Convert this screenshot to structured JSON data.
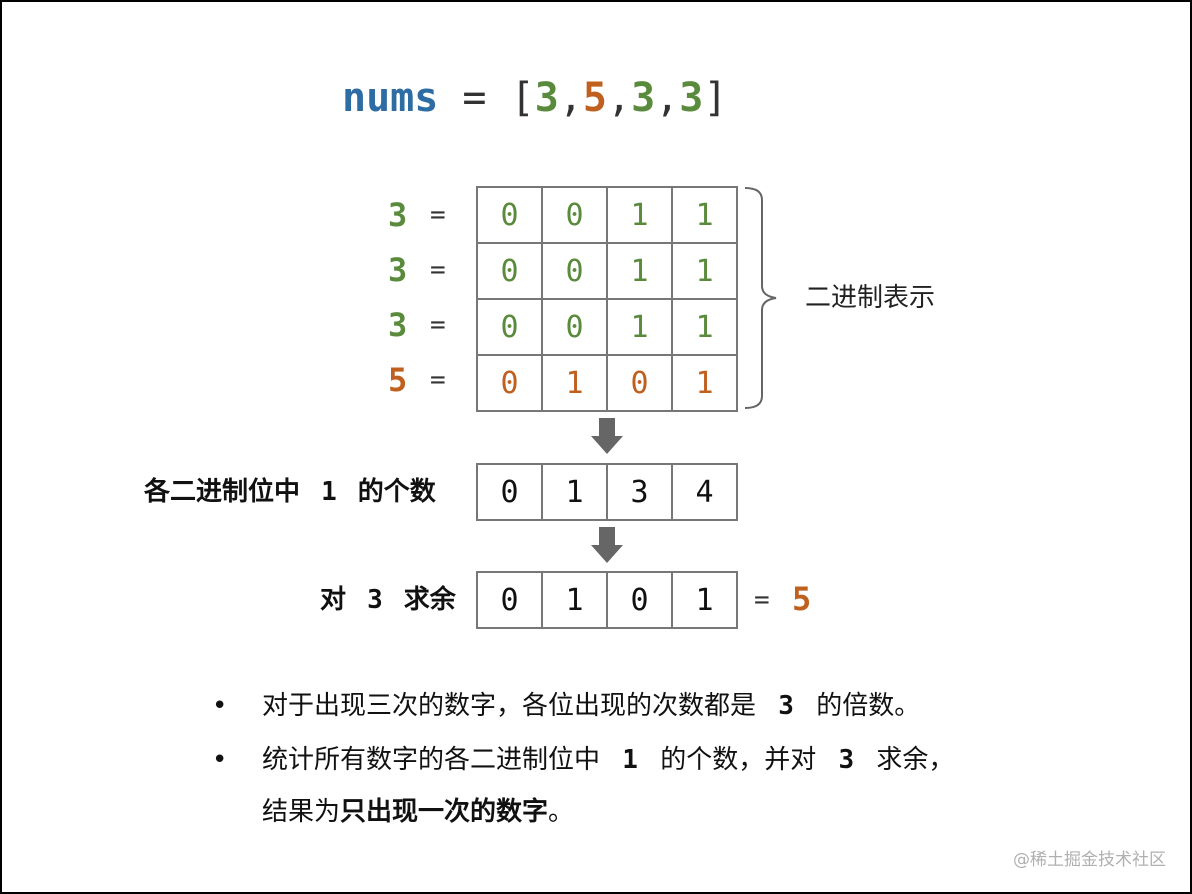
{
  "title": {
    "var": "nums",
    "eq": "=",
    "open": "[",
    "close": "]",
    "sep": ",",
    "items": [
      "3",
      "5",
      "3",
      "3"
    ]
  },
  "binary": {
    "rows": [
      {
        "label": "3",
        "eq": "=",
        "bits": [
          "0",
          "0",
          "1",
          "1"
        ]
      },
      {
        "label": "3",
        "eq": "=",
        "bits": [
          "0",
          "0",
          "1",
          "1"
        ]
      },
      {
        "label": "3",
        "eq": "=",
        "bits": [
          "0",
          "0",
          "1",
          "1"
        ]
      },
      {
        "label": "5",
        "eq": "=",
        "bits": [
          "0",
          "1",
          "0",
          "1"
        ]
      }
    ],
    "brace_label": "二进制表示"
  },
  "counts": {
    "label_a": "各二进制位中",
    "label_num": "1",
    "label_b": "的个数",
    "values": [
      "0",
      "1",
      "3",
      "4"
    ]
  },
  "mod": {
    "label_a": "对",
    "label_num": "3",
    "label_b": "求余",
    "values": [
      "0",
      "1",
      "0",
      "1"
    ],
    "eq": "=",
    "result": "5"
  },
  "notes": {
    "bullet": "•",
    "line1_a": "对于出现三次的数字，各位出现的次数都是",
    "line1_num": "3",
    "line1_b": "的倍数。",
    "line2_a": "统计所有数字的各二进制位中",
    "line2_num1": "1",
    "line2_b": "的个数，并对",
    "line2_num2": "3",
    "line2_c": "求余，",
    "line3_a": "结果为",
    "line3_bold": "只出现一次的数字",
    "line3_b": "。"
  },
  "colors": {
    "blue": "#2e6da4",
    "green": "#5a8a3c",
    "orange": "#c0601f"
  },
  "watermark": "@稀土掘金技术社区"
}
